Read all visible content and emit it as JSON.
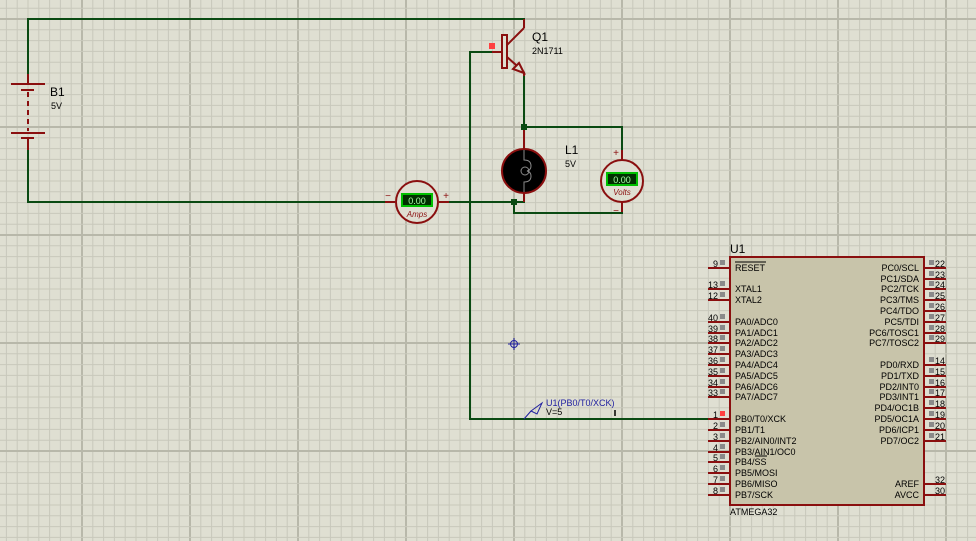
{
  "colors": {
    "background": "#dfdfd2",
    "grid_minor": "#c5c5b8",
    "grid_major": "#b8b8aa",
    "wire": "#0a4a12",
    "component": "#8a0f0f",
    "chip_fill": "#c8c4aa",
    "probe": "#2020a0",
    "meter_display": "#00a000",
    "meter_text": "#a8ffa8",
    "pin_active": "#ff4040",
    "pin_inactive": "#8a8a8a"
  },
  "battery": {
    "ref": "B1",
    "value": "5V"
  },
  "transistor": {
    "ref": "Q1",
    "part": "2N1711"
  },
  "motor": {
    "ref": "L1",
    "value": "5V"
  },
  "ammeter": {
    "reading": "0.00",
    "unit": "Amps",
    "neg": "−",
    "pos": "+"
  },
  "voltmeter": {
    "reading": "0.00",
    "unit": "Volts",
    "neg": "−",
    "pos": "+"
  },
  "probe": {
    "label": "U1(PB0/T0/XCK)",
    "value": "V=5"
  },
  "mcu": {
    "ref": "U1",
    "part": "ATMEGA32",
    "left_pins": [
      {
        "num": "9",
        "name": "RESET",
        "overline": true
      },
      {
        "num": "13",
        "name": "XTAL1"
      },
      {
        "num": "12",
        "name": "XTAL2"
      },
      {
        "num": "40",
        "name": "PA0/ADC0"
      },
      {
        "num": "39",
        "name": "PA1/ADC1"
      },
      {
        "num": "38",
        "name": "PA2/ADC2"
      },
      {
        "num": "37",
        "name": "PA3/ADC3"
      },
      {
        "num": "36",
        "name": "PA4/ADC4"
      },
      {
        "num": "35",
        "name": "PA5/ADC5"
      },
      {
        "num": "34",
        "name": "PA6/ADC6"
      },
      {
        "num": "33",
        "name": "PA7/ADC7"
      },
      {
        "num": "1",
        "name": "PB0/T0/XCK",
        "active": true
      },
      {
        "num": "2",
        "name": "PB1/T1"
      },
      {
        "num": "3",
        "name": "PB2/AIN0/INT2"
      },
      {
        "num": "4",
        "name": "PB3/AIN1/OC0"
      },
      {
        "num": "5",
        "name": "PB4/SS"
      },
      {
        "num": "6",
        "name": "PB5/MOSI"
      },
      {
        "num": "7",
        "name": "PB6/MISO"
      },
      {
        "num": "8",
        "name": "PB7/SCK"
      }
    ],
    "right_pins": [
      {
        "num": "22",
        "name": "PC0/SCL"
      },
      {
        "num": "23",
        "name": "PC1/SDA"
      },
      {
        "num": "24",
        "name": "PC2/TCK"
      },
      {
        "num": "25",
        "name": "PC3/TMS"
      },
      {
        "num": "26",
        "name": "PC4/TDO"
      },
      {
        "num": "27",
        "name": "PC5/TDI"
      },
      {
        "num": "28",
        "name": "PC6/TOSC1"
      },
      {
        "num": "29",
        "name": "PC7/TOSC2"
      },
      {
        "num": "14",
        "name": "PD0/RXD"
      },
      {
        "num": "15",
        "name": "PD1/TXD"
      },
      {
        "num": "16",
        "name": "PD2/INT0"
      },
      {
        "num": "17",
        "name": "PD3/INT1"
      },
      {
        "num": "18",
        "name": "PD4/OC1B"
      },
      {
        "num": "19",
        "name": "PD5/OC1A"
      },
      {
        "num": "20",
        "name": "PD6/ICP1"
      },
      {
        "num": "21",
        "name": "PD7/OC2"
      },
      {
        "num": "32",
        "name": "AREF"
      },
      {
        "num": "30",
        "name": "AVCC"
      }
    ]
  }
}
